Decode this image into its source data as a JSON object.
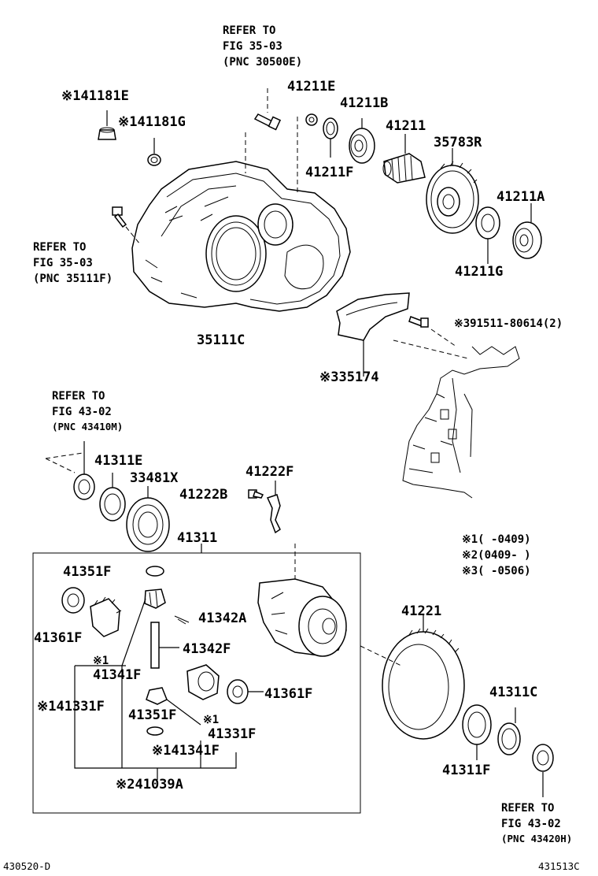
{
  "diagram": {
    "labels": {
      "refer_top_1": "REFER TO",
      "refer_top_2": "FIG 35-03",
      "refer_top_3": "(PNC 30500E)",
      "p41181E": "※141181E",
      "p41181G": "※141181G",
      "p41211E": "41211E",
      "p41211B": "41211B",
      "p41211": "41211",
      "p35783R": "35783R",
      "p41211F": "41211F",
      "p41211A": "41211A",
      "p41211G": "41211G",
      "refer_left_1": "REFER TO",
      "refer_left_2": "FIG 35-03",
      "refer_left_3": "(PNC 35111F)",
      "p35111C": "35111C",
      "p91511": "※391511-80614(2)",
      "p35174": "※335174",
      "refer_mid_1": "REFER TO",
      "refer_mid_2": "FIG 43-02",
      "refer_mid_3": "(PNC 43410M)",
      "p41311E": "41311E",
      "p33481X": "33481X",
      "p41222F": "41222F",
      "p41222B": "41222B",
      "p41311": "41311",
      "p41351F_top": "41351F",
      "p41342A": "41342A",
      "p41361F_left": "41361F",
      "p41342F": "41342F",
      "p41341F_mark": "※1",
      "p41341F": "41341F",
      "p41331F_left": "※141331F",
      "p41351F_bot": "41351F",
      "p41361F_right": "41361F",
      "p41331F_mark": "※1",
      "p41331F_right": "41331F",
      "p41341F_bot": "※141341F",
      "p41039A": "※241039A",
      "p41221": "41221",
      "p41311C": "41311C",
      "p41311F": "41311F",
      "refer_bot_1": "REFER TO",
      "refer_bot_2": "FIG 43-02",
      "refer_bot_3": "(PNC 43420H)",
      "note1": "※1(    -0409)",
      "note2": "※2(0409-    )",
      "note3": "※3(    -0506)",
      "code_left": "430520-D",
      "code_right": "431513C"
    }
  }
}
